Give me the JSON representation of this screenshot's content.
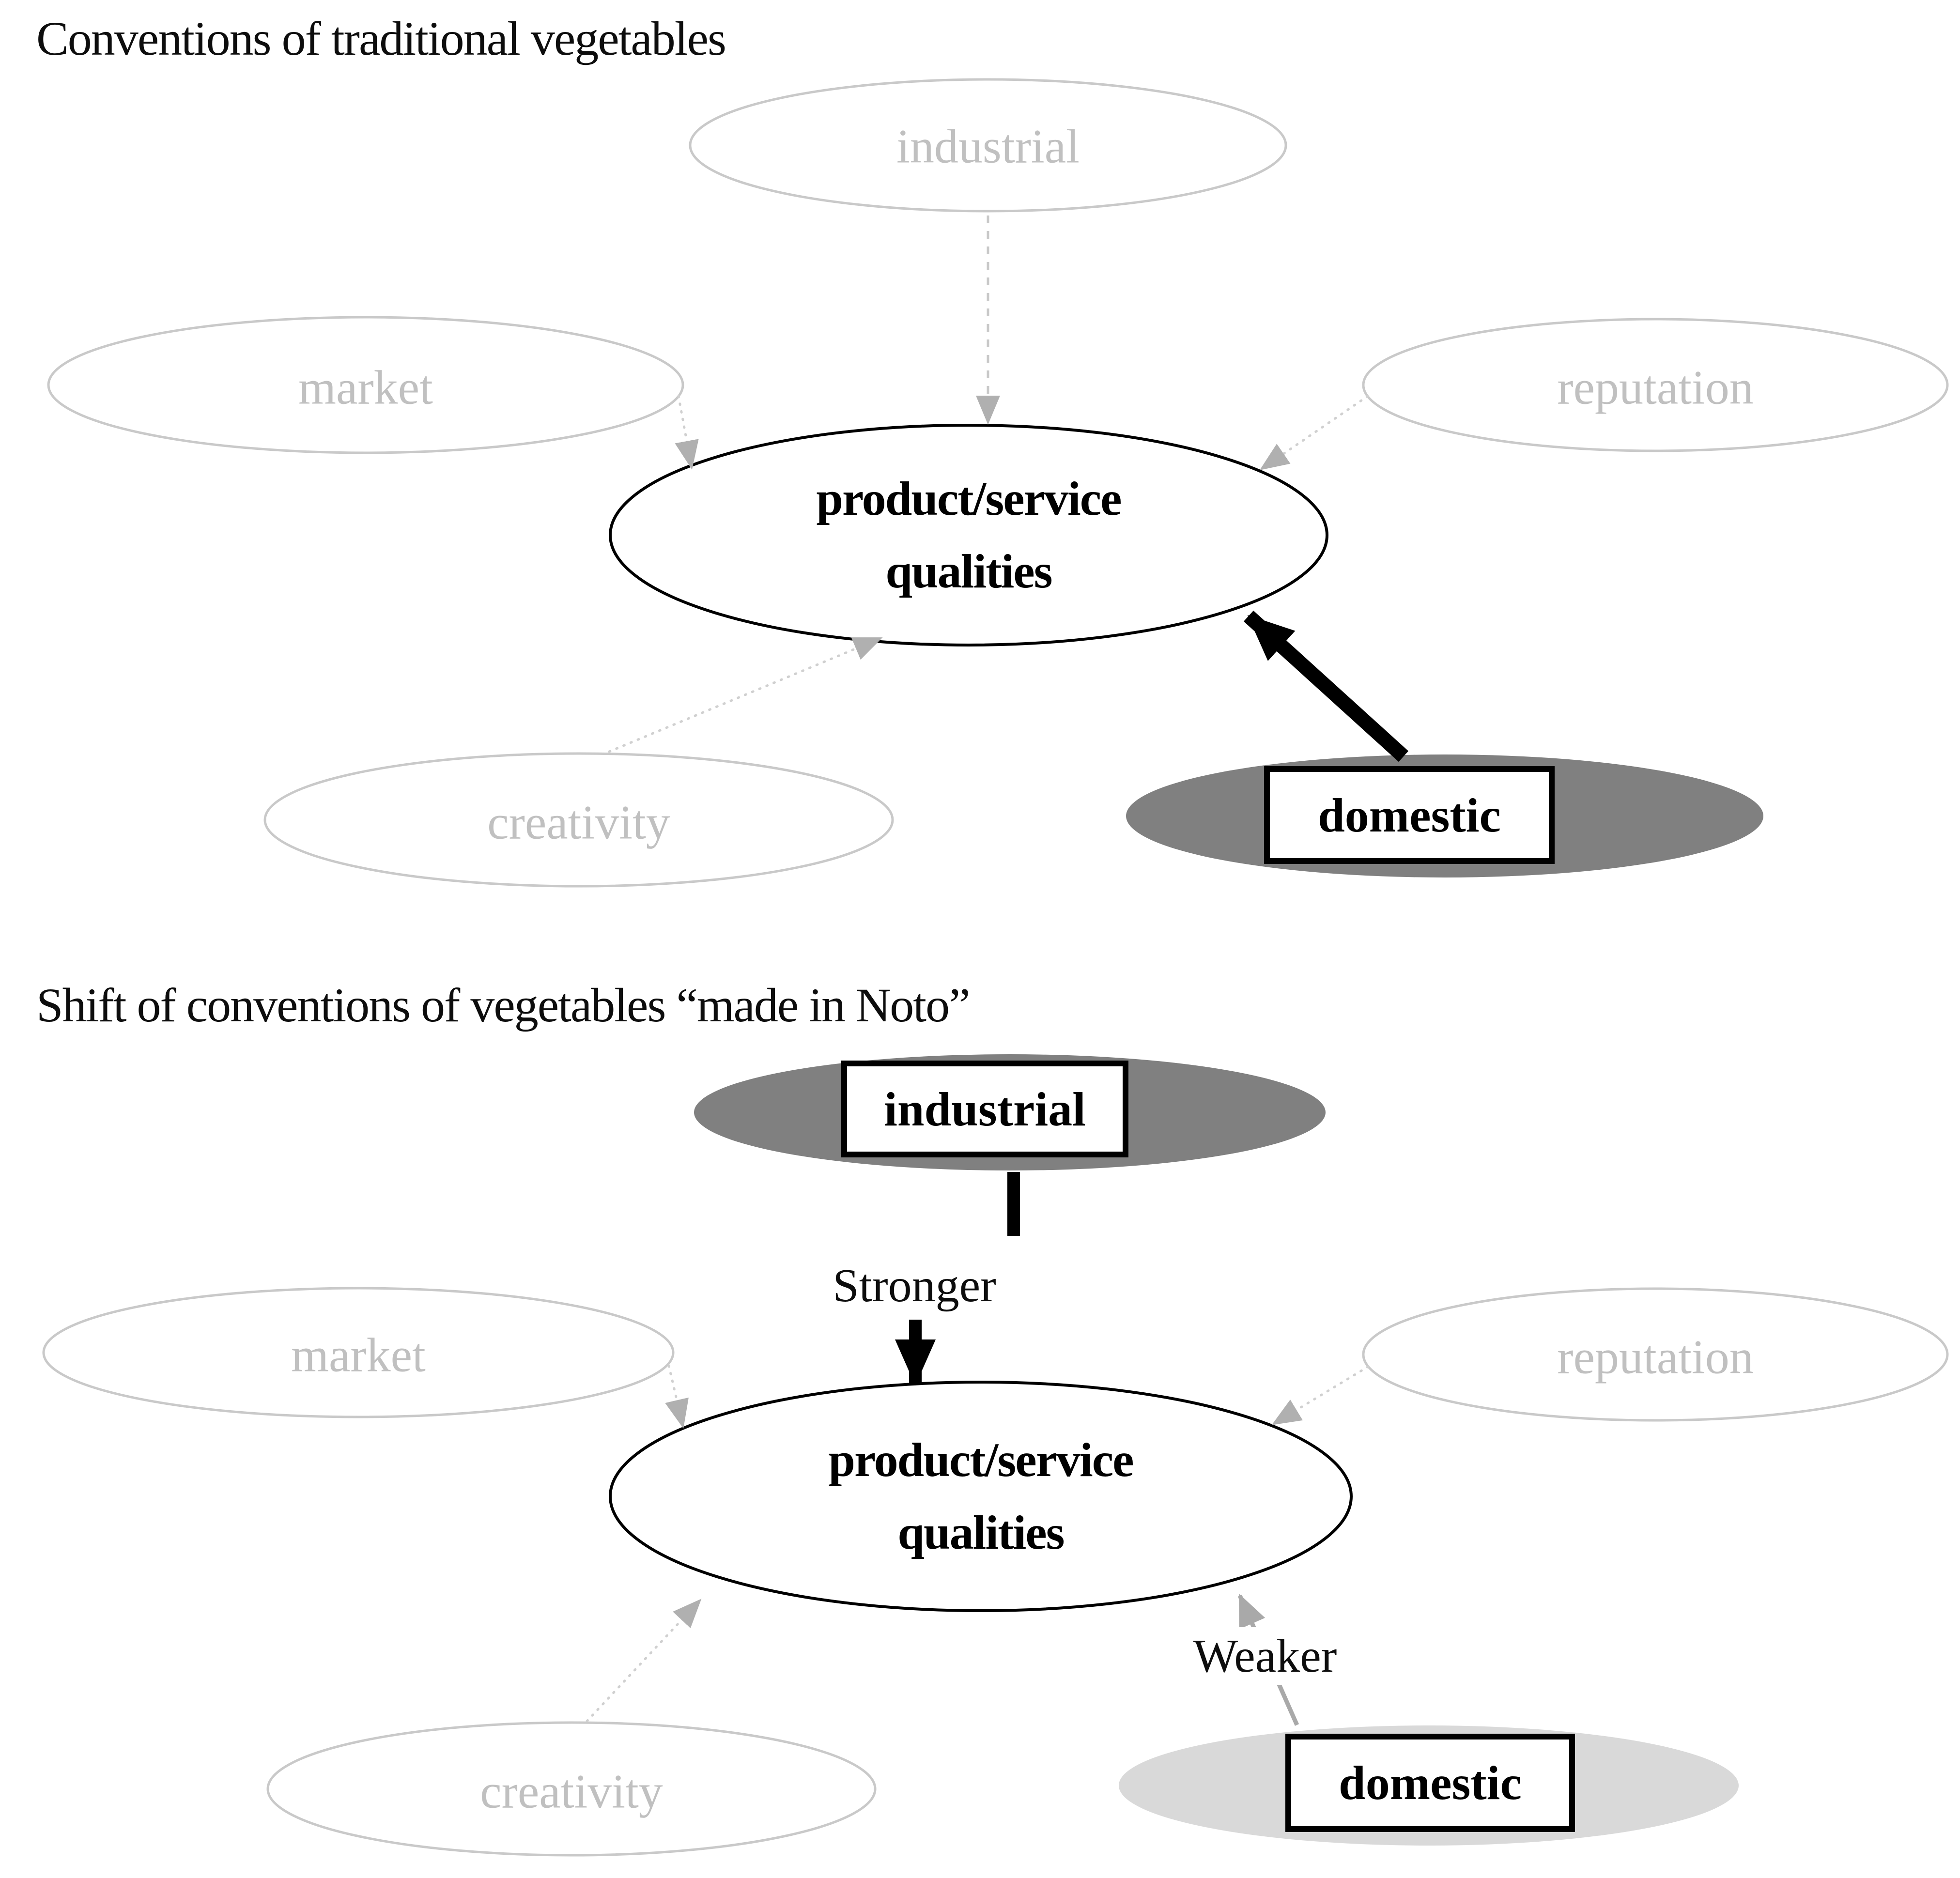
{
  "titles": {
    "diagram1": "Conventions of traditional vegetables",
    "diagram2": "Shift of conventions of vegetables “made in Noto”"
  },
  "diagram1": {
    "industrial": "industrial",
    "market": "market",
    "reputation": "reputation",
    "creativity": "creativity",
    "domestic": "domestic",
    "center_line1": "product/service",
    "center_line2": "qualities"
  },
  "diagram2": {
    "industrial": "industrial",
    "market": "market",
    "reputation": "reputation",
    "creativity": "creativity",
    "domestic": "domestic",
    "center_line1": "product/service",
    "center_line2": "qualities",
    "stronger": "Stronger",
    "weaker": "Weaker"
  },
  "colors": {
    "strong_fill": "#808080",
    "weak_fill": "#d9d9d9",
    "muted_outline": "#c9c9c9",
    "muted_text": "#c0c0c0",
    "arrow_gray": "#b0b0b0",
    "weak_arrow_gray": "#a9a9a9",
    "black": "#000000"
  }
}
